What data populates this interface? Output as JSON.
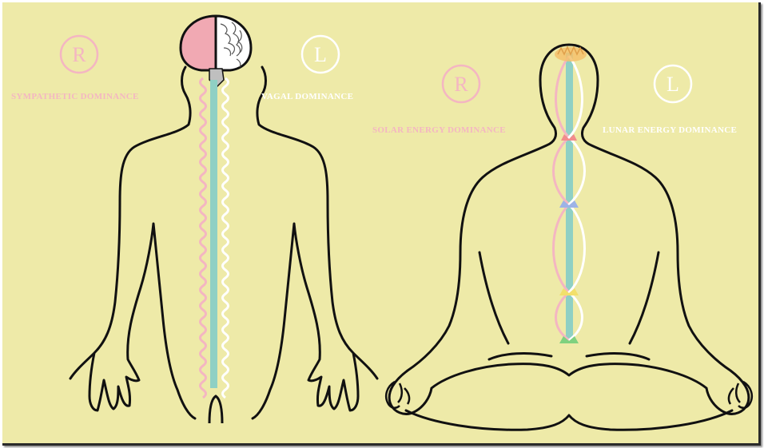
{
  "left_figure": {
    "right_letter": "R",
    "left_letter": "L",
    "right_label": "SYMPATHETIC  DOMINANCE",
    "left_label": "VAGAL DOMINANCE"
  },
  "right_figure": {
    "right_letter": "R",
    "left_letter": "L",
    "right_label": "SOLAR ENERGY DOMINANCE",
    "left_label": "LUNAR ENERGY DOMINANCE"
  },
  "colors": {
    "background": "#eeeaa8",
    "solar": "#f4b6c2",
    "lunar": "#ffffff",
    "spine": "#8fd0c4",
    "outline": "#111111",
    "brain_right": "#f1a9b3"
  },
  "chakra_colors": [
    "#f5c16c",
    "#f28c8c",
    "#9db3e6",
    "#f2e06b",
    "#7fd17f"
  ]
}
